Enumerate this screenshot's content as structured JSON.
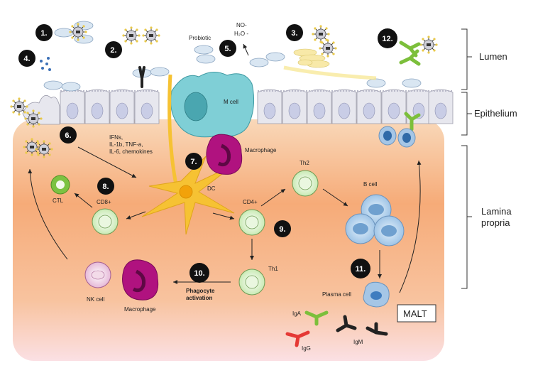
{
  "regions": {
    "lumen": "Lumen",
    "epithelium": "Epithelium",
    "lamina_propria_1": "Lamina",
    "lamina_propria_2": "propria"
  },
  "labels": {
    "probiotic": "Probiotic",
    "no": "NO-",
    "h2o": "H₂O -",
    "m_cell": "M cell",
    "cytokines_1": "IFNs,",
    "cytokines_2": "IL-1b, TNF-a,",
    "cytokines_3": "IL-6, chemokines",
    "macrophage_top": "Macrophage",
    "dc": "DC",
    "ctl": "CTL",
    "cd8": "CD8+",
    "cd4": "CD4+",
    "th2": "Th2",
    "th1": "Th1",
    "b_cell": "B cell",
    "plasma_cell": "Plasma cell",
    "nk_cell": "NK cell",
    "macrophage_bottom": "Macrophage",
    "phagocyte_1": "Phagocyte",
    "phagocyte_2": "activation",
    "iga": "IgA",
    "igg": "IgG",
    "igm": "IgM",
    "malt": "MALT"
  },
  "steps": [
    "1.",
    "2.",
    "3.",
    "4.",
    "5.",
    "6.",
    "7.",
    "8.",
    "9.",
    "10.",
    "11.",
    "12."
  ],
  "colors": {
    "lamina_top": "#f7c9a2",
    "lamina_mid": "#f5a673",
    "lamina_bottom": "#f9d9dc",
    "epithelium": "#e6e6ec",
    "m_cell": "#7fcfd6",
    "macrophage": "#b0127f",
    "dc": "#f6c233",
    "lymphocyte": "#d8f2c4",
    "b_cell": "#bcd9f2",
    "iga": "#7cbf3b",
    "igg": "#e53935",
    "igm": "#222222"
  }
}
